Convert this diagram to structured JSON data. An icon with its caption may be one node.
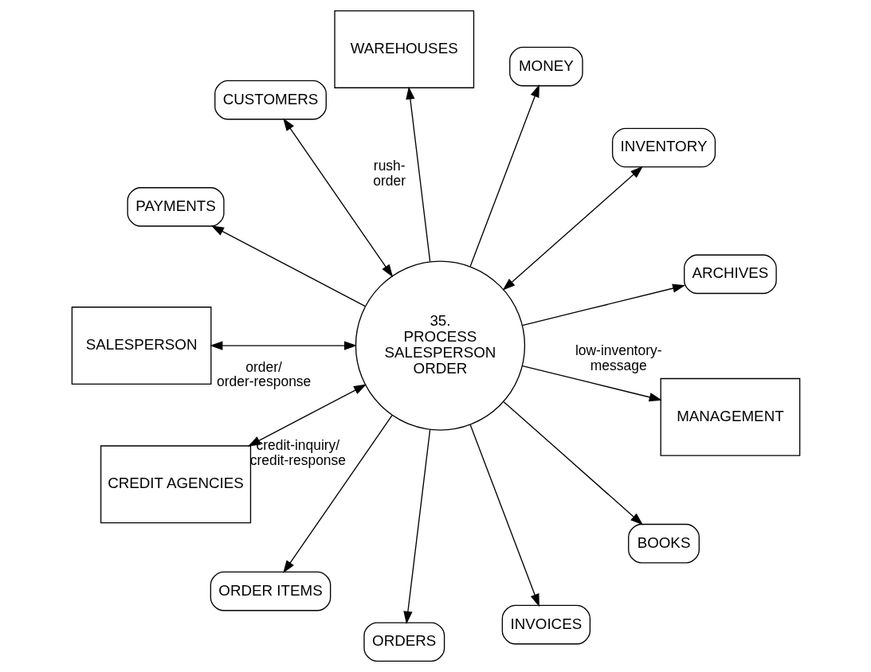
{
  "diagram": {
    "nodes": [
      {
        "text": [
          "CUSTOMERS"
        ]
      },
      {
        "text": [
          "WAREHOUSES"
        ]
      },
      {
        "text": [
          "SALESPERSON"
        ]
      },
      {
        "text": [
          "PAYMENTS"
        ]
      },
      {
        "text": [
          "MONEY"
        ]
      },
      {
        "text": [
          "INVENTORY"
        ]
      },
      {
        "text": [
          "35.",
          "PROCESS SALESPERSON ORDER"
        ]
      },
      {
        "text": [
          "ARCHIVES"
        ]
      },
      {
        "text": [
          "ORDER ITEMS"
        ]
      },
      {
        "text": [
          "CREDIT AGENCIES"
        ]
      },
      {
        "text": [
          "ORDERS"
        ]
      },
      {
        "text": [
          "BOOKS"
        ]
      },
      {
        "text": [
          "MANAGEMENT"
        ]
      },
      {
        "text": [
          "INVOICES"
        ]
      }
    ],
    "edges": [
      {
        "from": 6,
        "to": 0,
        "arrow": "both"
      },
      {
        "from": 6,
        "to": 1,
        "arrow": "to",
        "label": "rush- order"
      },
      {
        "from": 6,
        "to": 2,
        "arrow": "both",
        "label": "order/ order-response"
      },
      {
        "from": 6,
        "to": 3,
        "arrow": "to"
      },
      {
        "from": 6,
        "to": 4,
        "arrow": "to"
      },
      {
        "from": 6,
        "to": 5,
        "arrow": "both"
      },
      {
        "from": 6,
        "to": 7,
        "arrow": "to"
      },
      {
        "from": 6,
        "to": 12,
        "arrow": "to",
        "label": "low-inventory- message"
      },
      {
        "from": 6,
        "to": 9,
        "arrow": "both",
        "label": "credit-inquiry/ credit-response"
      },
      {
        "from": 6,
        "to": 8,
        "arrow": "to"
      },
      {
        "from": 6,
        "to": 10,
        "arrow": "to"
      },
      {
        "from": 6,
        "to": 11,
        "arrow": "to"
      },
      {
        "from": 6,
        "to": 13,
        "arrow": "to"
      }
    ]
  }
}
